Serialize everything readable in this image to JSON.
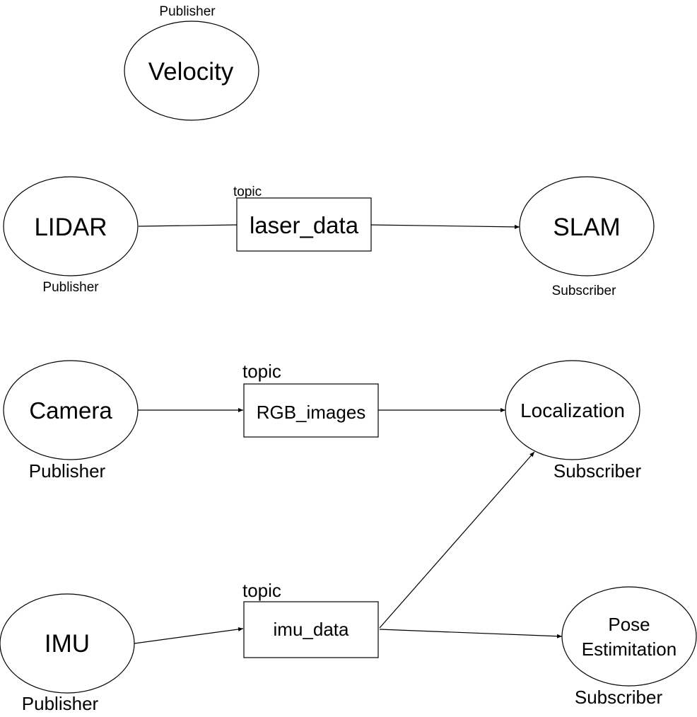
{
  "nodes": {
    "velocity": {
      "label": "Velocity",
      "role": "Publisher"
    },
    "lidar": {
      "label": "LIDAR",
      "role": "Publisher"
    },
    "slam": {
      "label": "SLAM",
      "role": "Subscriber"
    },
    "camera": {
      "label": "Camera",
      "role": "Publisher"
    },
    "localization": {
      "label": "Localization",
      "role": "Subscriber"
    },
    "imu": {
      "label": "IMU",
      "role": "Publisher"
    },
    "pose_estimation": {
      "label_line1": "Pose",
      "label_line2": "Estimitation",
      "role": "Subscriber"
    }
  },
  "topics": {
    "laser_data": {
      "label": "laser_data",
      "tag": "topic"
    },
    "rgb_images": {
      "label": "RGB_images",
      "tag": "topic"
    },
    "imu_data": {
      "label": "imu_data",
      "tag": "topic"
    }
  },
  "edges": [
    {
      "from": "LIDAR",
      "to": "laser_data"
    },
    {
      "from": "laser_data",
      "to": "SLAM"
    },
    {
      "from": "Camera",
      "to": "RGB_images"
    },
    {
      "from": "RGB_images",
      "to": "Localization"
    },
    {
      "from": "IMU",
      "to": "imu_data"
    },
    {
      "from": "imu_data",
      "to": "Localization"
    },
    {
      "from": "imu_data",
      "to": "Pose Estimitation"
    }
  ]
}
